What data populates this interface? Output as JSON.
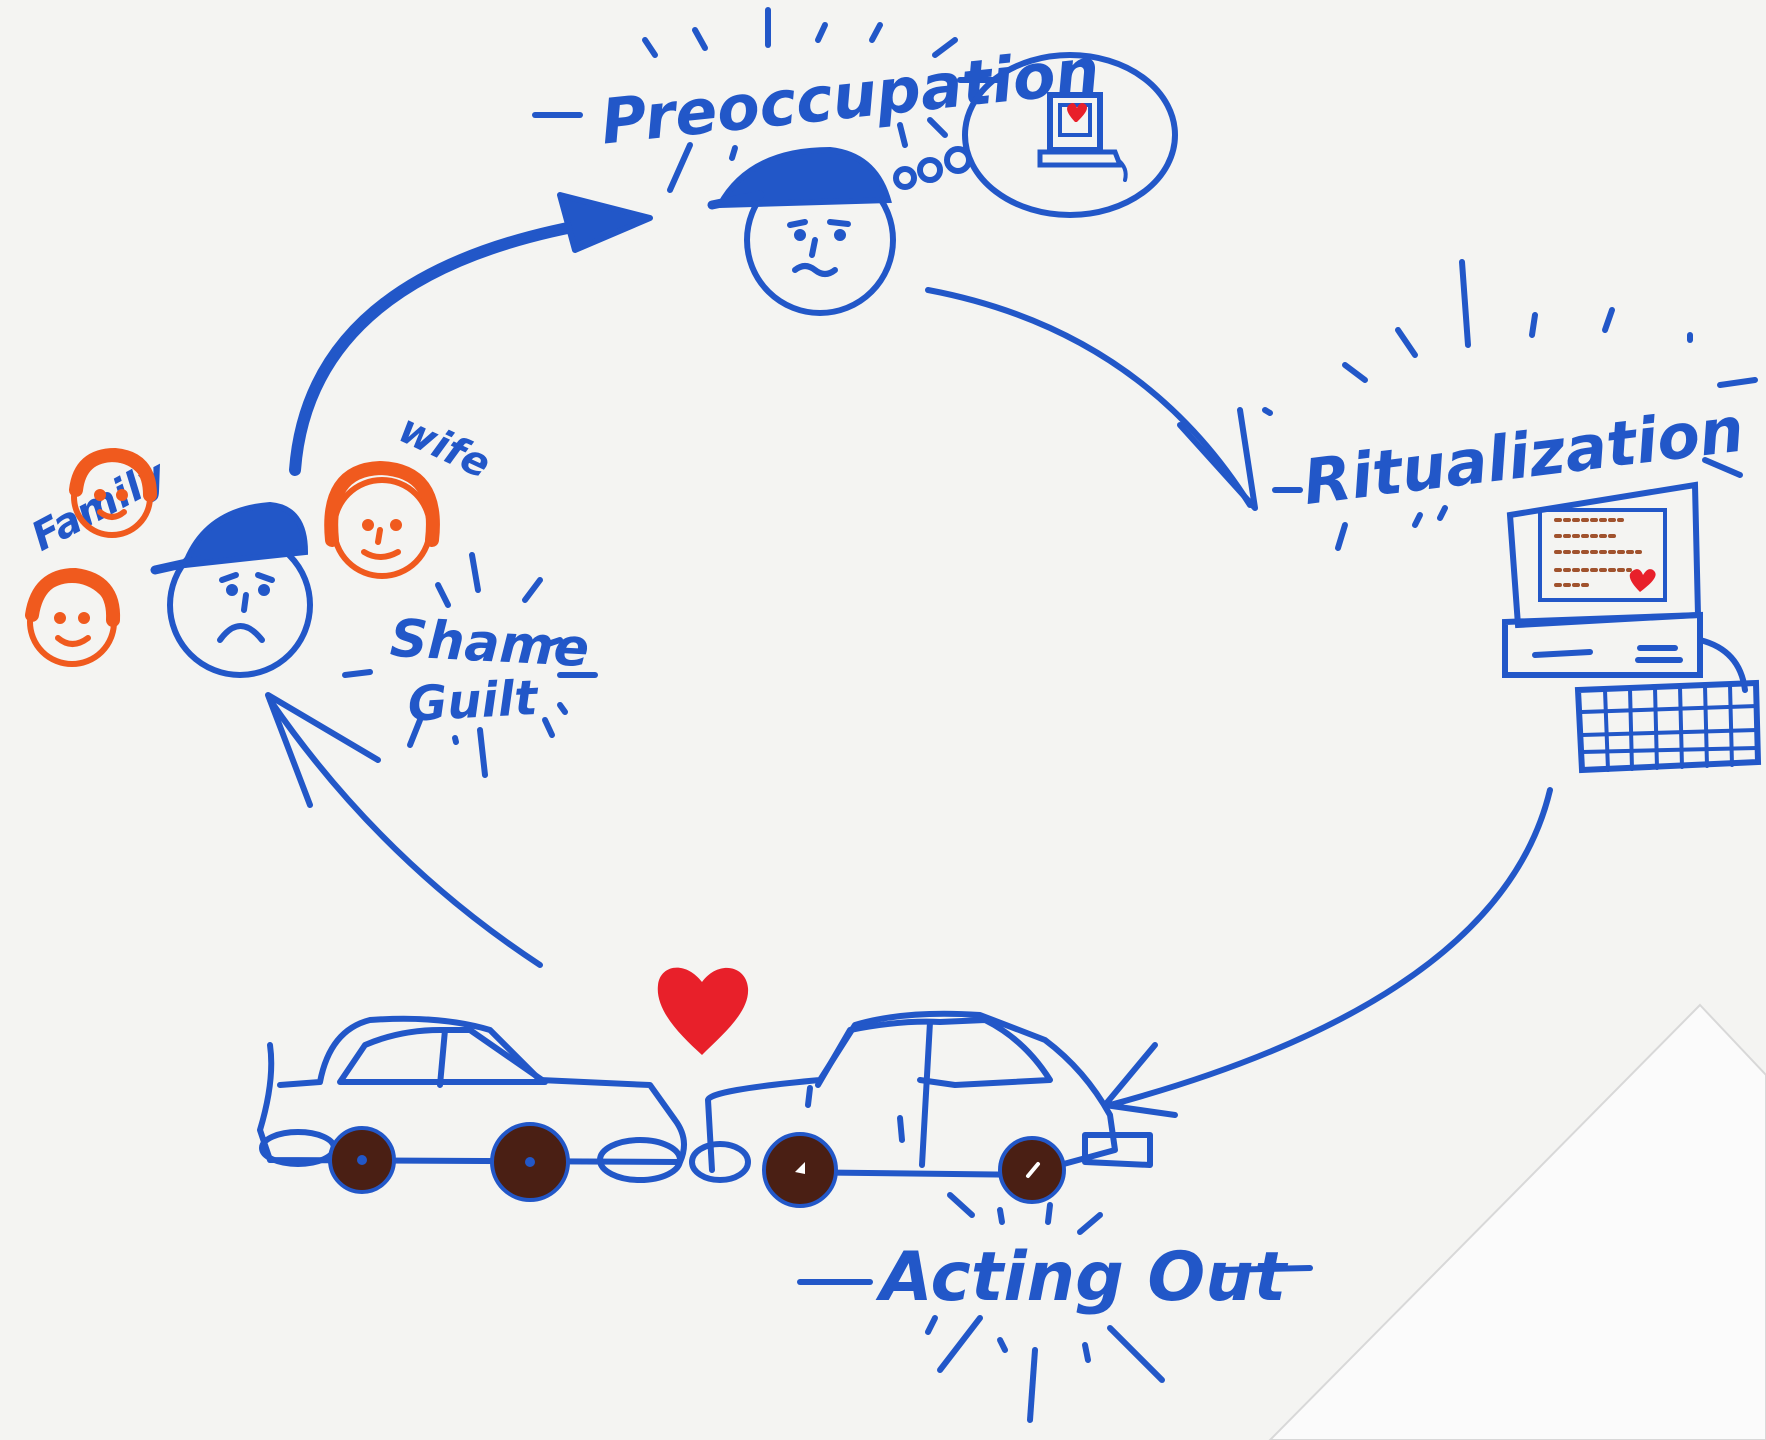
{
  "stages": {
    "preoccupation": "Preoccupation",
    "ritualization": "Ritualization",
    "acting_out": "Acting Out",
    "shame": "Shame",
    "guilt": "Guilt"
  },
  "people": {
    "family": "Family",
    "wife": "wife"
  },
  "colors": {
    "ink_blue": "#2257c8",
    "orange": "#f05a1e",
    "heart_red": "#e8202a",
    "wheel_brown": "#4a1f14",
    "paper": "#f4f4f2"
  },
  "icons": [
    "user-cap-icon",
    "thought-bubble-icon",
    "computer-icon",
    "car-icon",
    "heart-icon",
    "face-icon",
    "arrow-icon"
  ]
}
